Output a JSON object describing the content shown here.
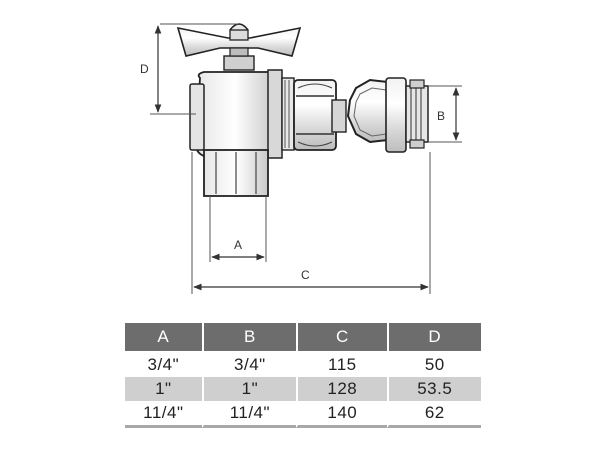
{
  "drawing": {
    "dimension_labels": {
      "a": "A",
      "b": "B",
      "c": "C",
      "d": "D"
    }
  },
  "table": {
    "headers": [
      "A",
      "B",
      "C",
      "D"
    ],
    "rows": [
      [
        "3/4\"",
        "3/4\"",
        "115",
        "50"
      ],
      [
        "1\"",
        "1\"",
        "128",
        "53.5"
      ],
      [
        "11/4\"",
        "11/4\"",
        "140",
        "62"
      ]
    ]
  }
}
